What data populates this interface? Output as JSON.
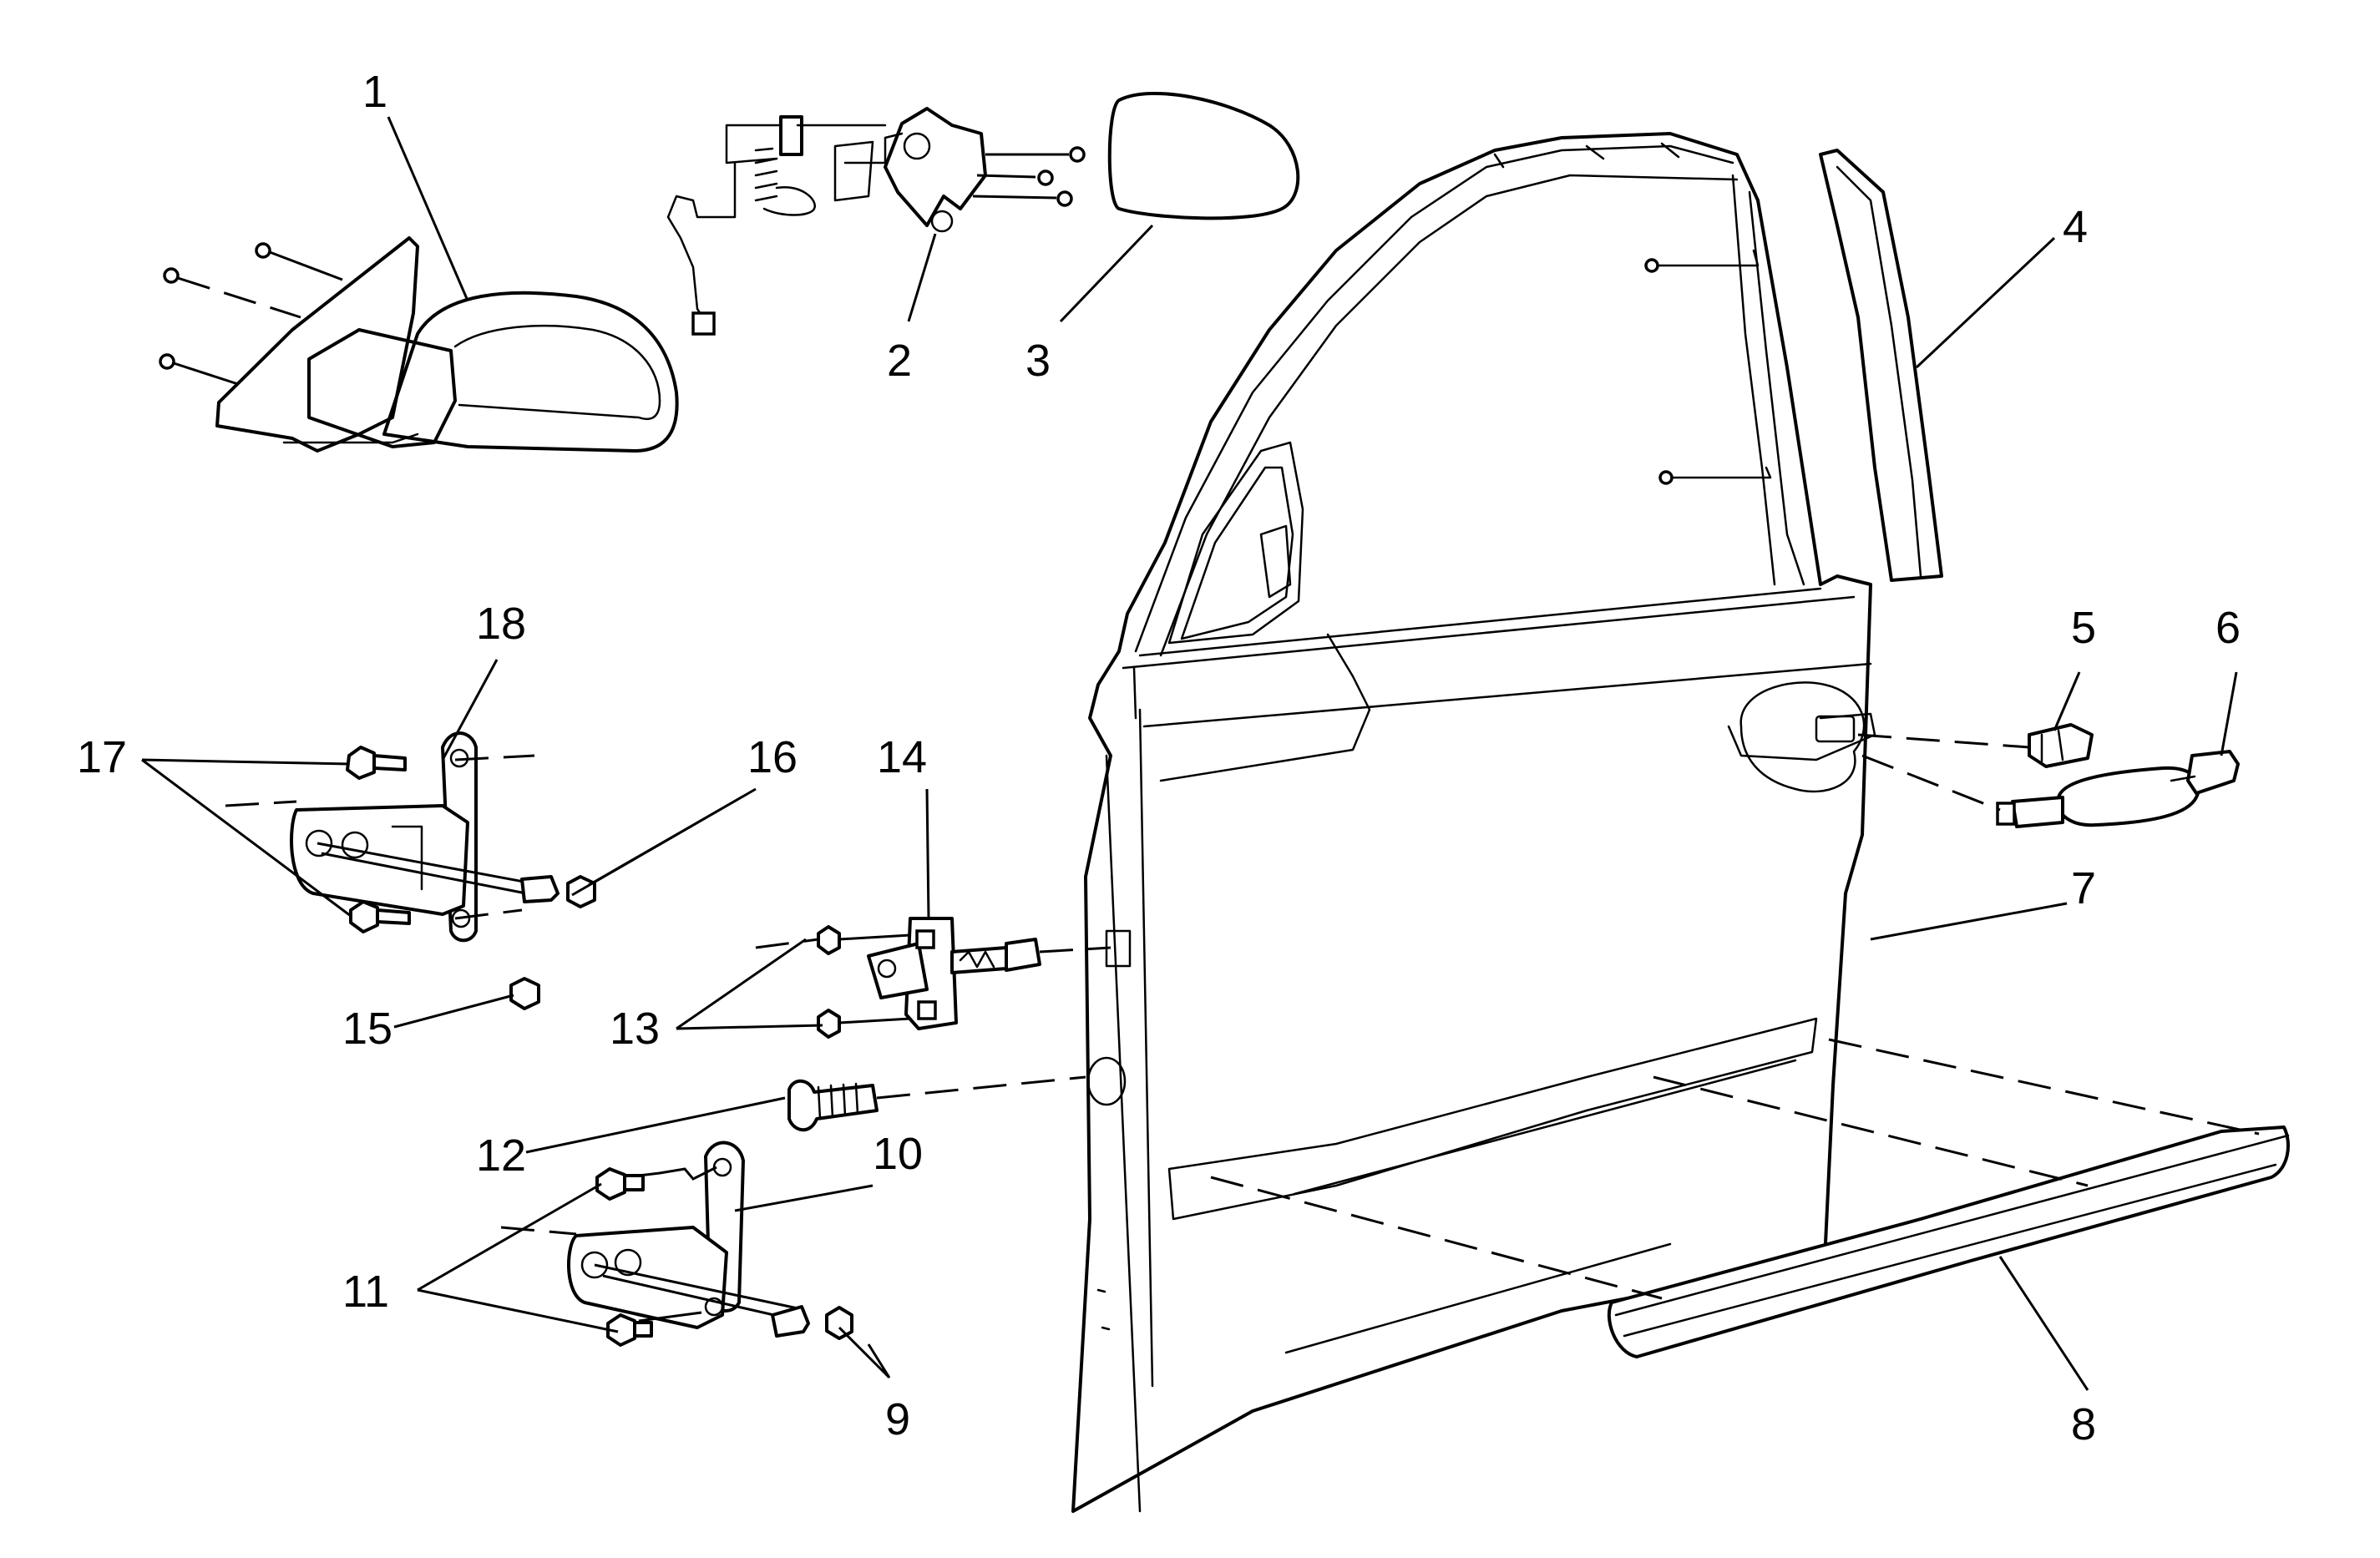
{
  "callouts": [
    {
      "id": "1",
      "part": "outside-rearview-mirror"
    },
    {
      "id": "2",
      "part": "door-lock-actuator"
    },
    {
      "id": "3",
      "part": "mirror-cover"
    },
    {
      "id": "4",
      "part": "window-frame-applique"
    },
    {
      "id": "5",
      "part": "lock-cylinder"
    },
    {
      "id": "6",
      "part": "handle-end-cap"
    },
    {
      "id": "7",
      "part": "front-door-shell"
    },
    {
      "id": "8",
      "part": "door-body-side-molding"
    },
    {
      "id": "9",
      "part": "lower-hinge-bolts"
    },
    {
      "id": "10",
      "part": "lower-door-hinge"
    },
    {
      "id": "11",
      "part": "lower-hinge-body-bolts"
    },
    {
      "id": "12",
      "part": "wiring-grommet"
    },
    {
      "id": "13",
      "part": "check-link-bolts"
    },
    {
      "id": "14",
      "part": "door-check-link"
    },
    {
      "id": "15",
      "part": "hinge-pin-bolt"
    },
    {
      "id": "16",
      "part": "upper-hinge-bolts"
    },
    {
      "id": "17",
      "part": "upper-hinge-body-bolts"
    },
    {
      "id": "18",
      "part": "upper-door-hinge"
    }
  ]
}
